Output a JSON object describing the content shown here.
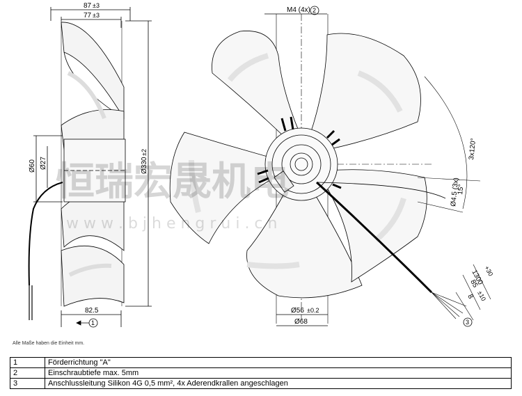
{
  "side_view": {
    "dim_top_outer": "87",
    "dim_top_outer_tol": "±3",
    "dim_top_inner": "77",
    "dim_top_inner_tol": "±3",
    "dim_diameter_60": "Ø60",
    "dim_diameter_27": "Ø27",
    "dim_diameter_330": "Ø330",
    "dim_diameter_330_tol": "±2",
    "dim_bottom": "82.5",
    "marker_1": "1"
  },
  "front_view": {
    "thread_label": "M4 (4x)",
    "marker_2": "2",
    "dim_56": "Ø56",
    "dim_56_tol": "±0.2",
    "dim_68": "Ø68",
    "dim_hole": "Ø4.5 (3x)",
    "angle_15": "15°",
    "angle_120": "3x120°",
    "dim_cable_length": "1300",
    "dim_cable_length_tol": "+30",
    "dim_85": "85",
    "dim_85_tol": "±10",
    "dim_8": "8",
    "marker_3": "3"
  },
  "watermark": {
    "chinese": "恒瑞宏晟机电",
    "url": "w w w . b j h e n g r u i . c n"
  },
  "note": "Alle Maße haben die Einheit mm.",
  "legend_rows": [
    {
      "num": "1",
      "text": "Förderrichtung \"A\""
    },
    {
      "num": "2",
      "text": "Einschraubtiefe max. 5mm"
    },
    {
      "num": "3",
      "text": "Anschlussleitung Silikon 4G 0,5 mm², 4x Aderendkrallen angeschlagen"
    }
  ]
}
